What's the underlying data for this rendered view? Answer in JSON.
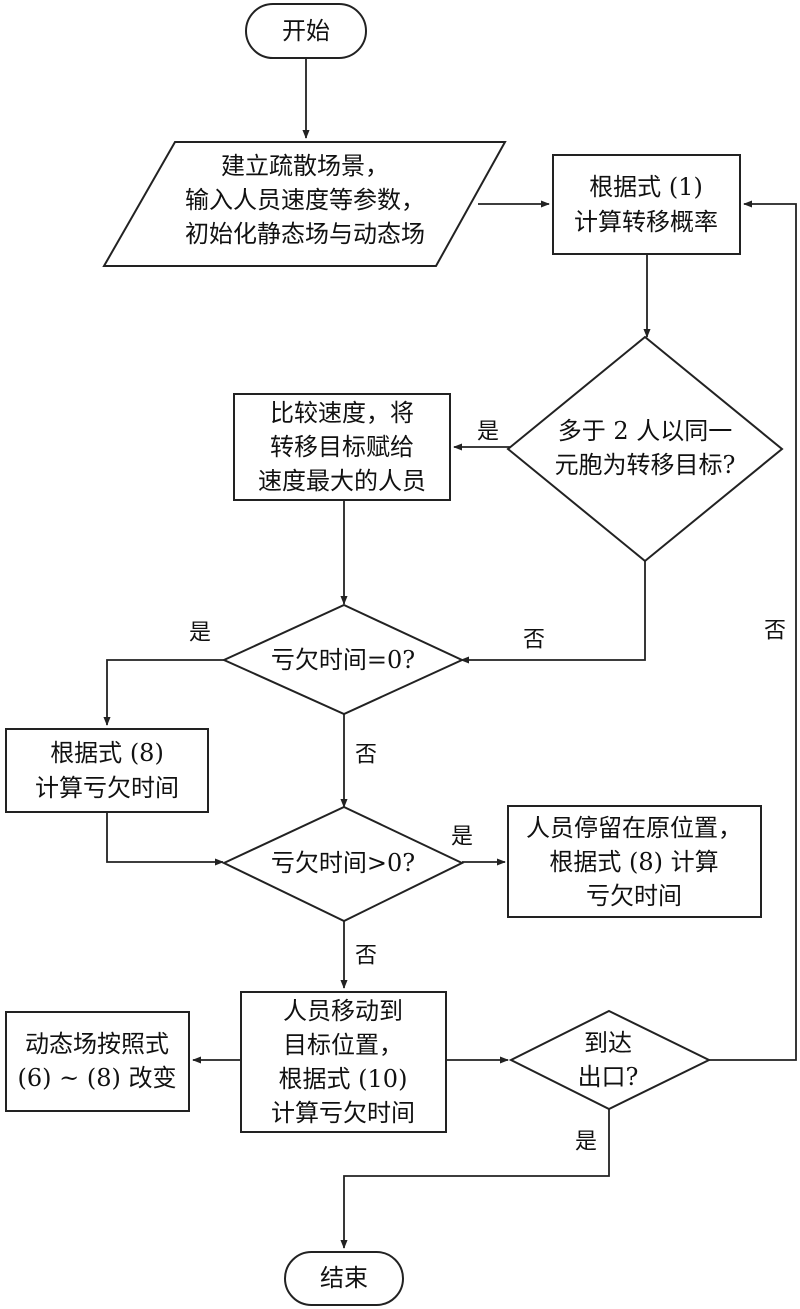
{
  "nodes": {
    "start": {
      "lines": [
        "开始"
      ]
    },
    "input": {
      "lines": [
        "建立疏散场景，",
        "输入人员速度等参数，",
        "初始化静态场与动态场"
      ]
    },
    "calc_prob": {
      "lines": [
        "根据式 (1)",
        "计算转移概率"
      ]
    },
    "decision_multi": {
      "lines": [
        "多于 2 人以同一",
        "元胞为转移目标?"
      ]
    },
    "compare_speed": {
      "lines": [
        "比较速度，将",
        "转移目标赋给",
        "速度最大的人员"
      ]
    },
    "decision_zero": {
      "lines": [
        "亏欠时间=0?"
      ]
    },
    "calc_debt8": {
      "lines": [
        "根据式 (8)",
        "计算亏欠时间"
      ]
    },
    "decision_positive": {
      "lines": [
        "亏欠时间>0?"
      ]
    },
    "stay": {
      "lines": [
        "人员停留在原位置，",
        "根据式 (8) 计算",
        "亏欠时间"
      ]
    },
    "move": {
      "lines": [
        "人员移动到",
        "目标位置，",
        "根据式 (10)",
        "计算亏欠时间"
      ]
    },
    "dynamic_update": {
      "lines": [
        "动态场按照式",
        "(6) ~ (8) 改变"
      ]
    },
    "decision_exit": {
      "lines": [
        "到达",
        "出口?"
      ]
    },
    "end": {
      "lines": [
        "结束"
      ]
    }
  },
  "edge_labels": {
    "multi_yes": "是",
    "multi_no": "否",
    "zero_yes": "是",
    "zero_no": "否",
    "positive_yes": "是",
    "positive_no": "否",
    "exit_yes": "是",
    "exit_no": "否"
  }
}
